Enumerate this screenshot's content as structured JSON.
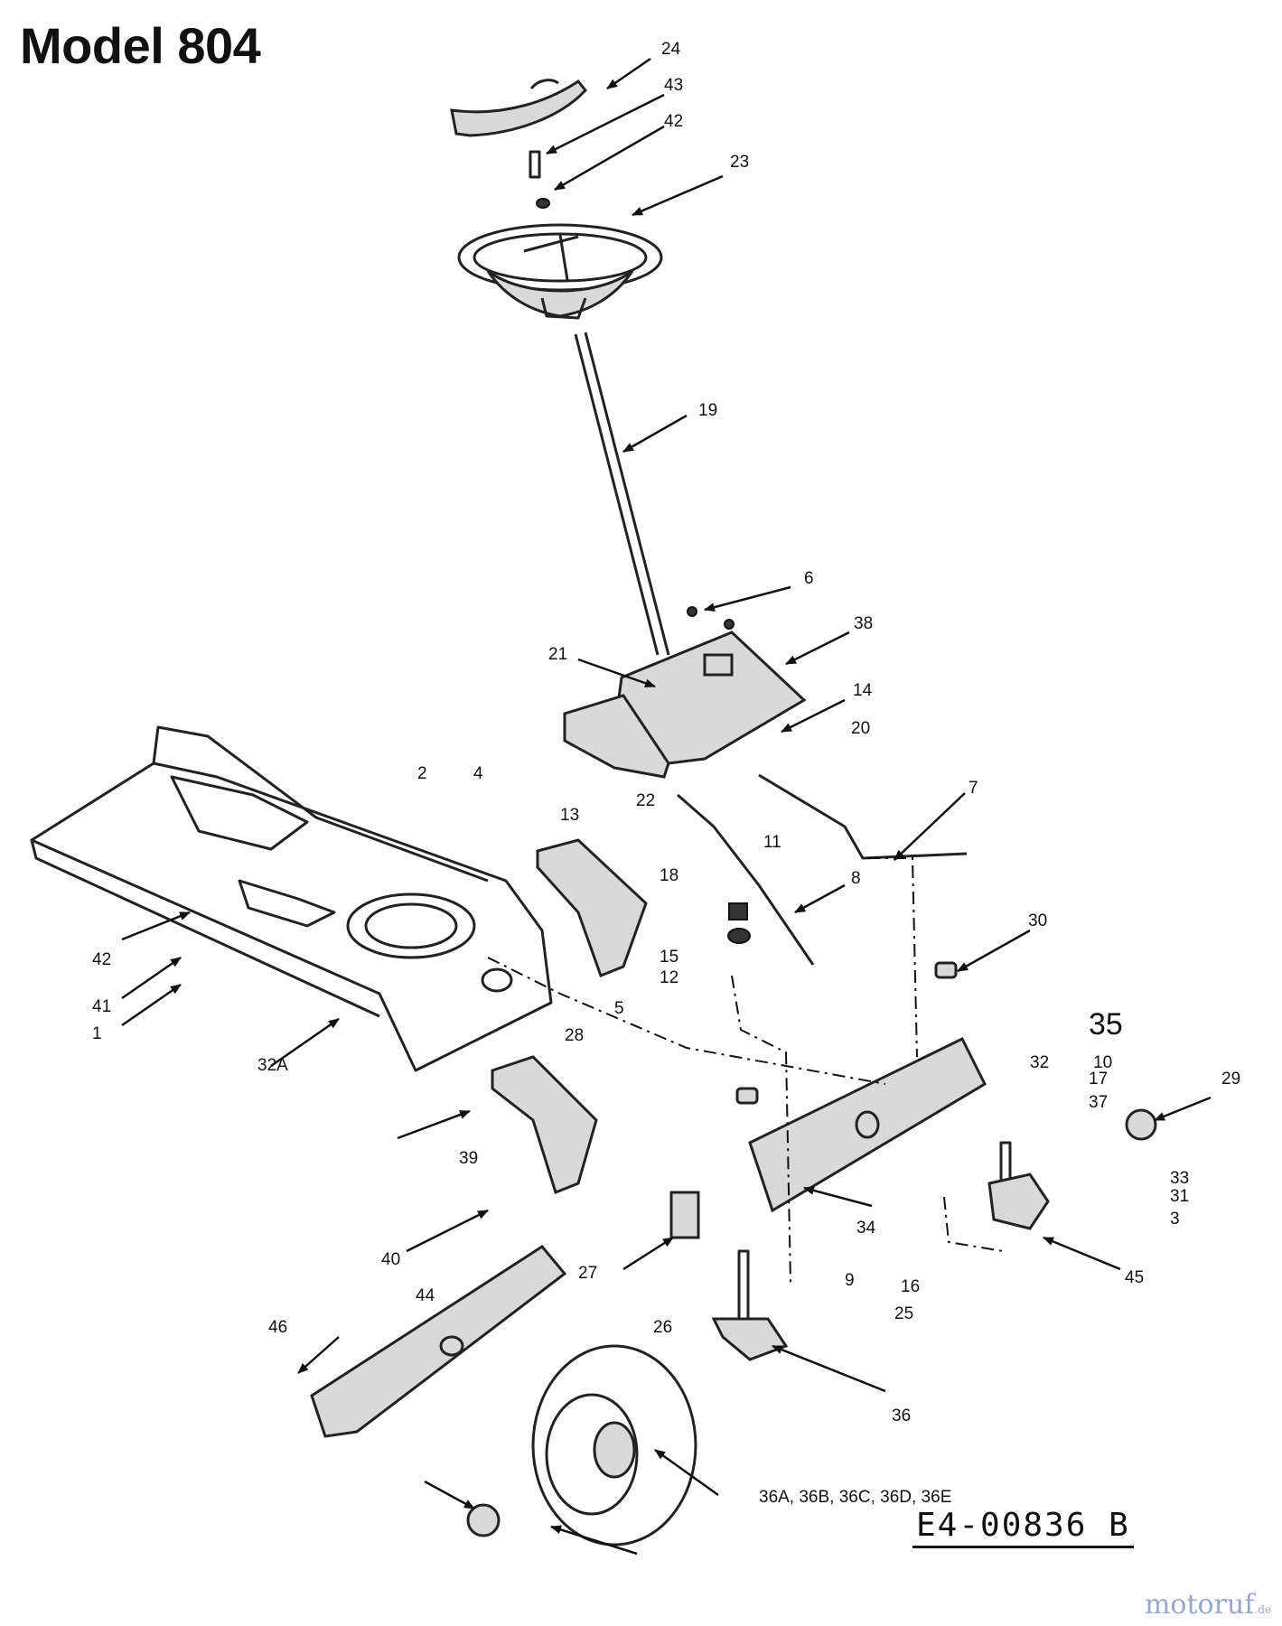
{
  "title": "Model 804",
  "drawing_code": "E4-00836 B",
  "watermark": {
    "name": "motoruf",
    "suffix": ".de"
  },
  "callouts": [
    "24",
    "43",
    "42",
    "23",
    "19",
    "6",
    "38",
    "21",
    "14",
    "20",
    "22",
    "13",
    "11",
    "7",
    "2",
    "4",
    "18",
    "8",
    "15",
    "12",
    "30",
    "5",
    "28",
    "42",
    "41",
    "1",
    "32A",
    "35",
    "32",
    "10",
    "17",
    "37",
    "29",
    "33",
    "31",
    "3",
    "39",
    "40",
    "44",
    "27",
    "34",
    "9",
    "16",
    "25",
    "45",
    "46",
    "26",
    "36",
    "36A, 36B, 36C, 36D, 36E"
  ]
}
